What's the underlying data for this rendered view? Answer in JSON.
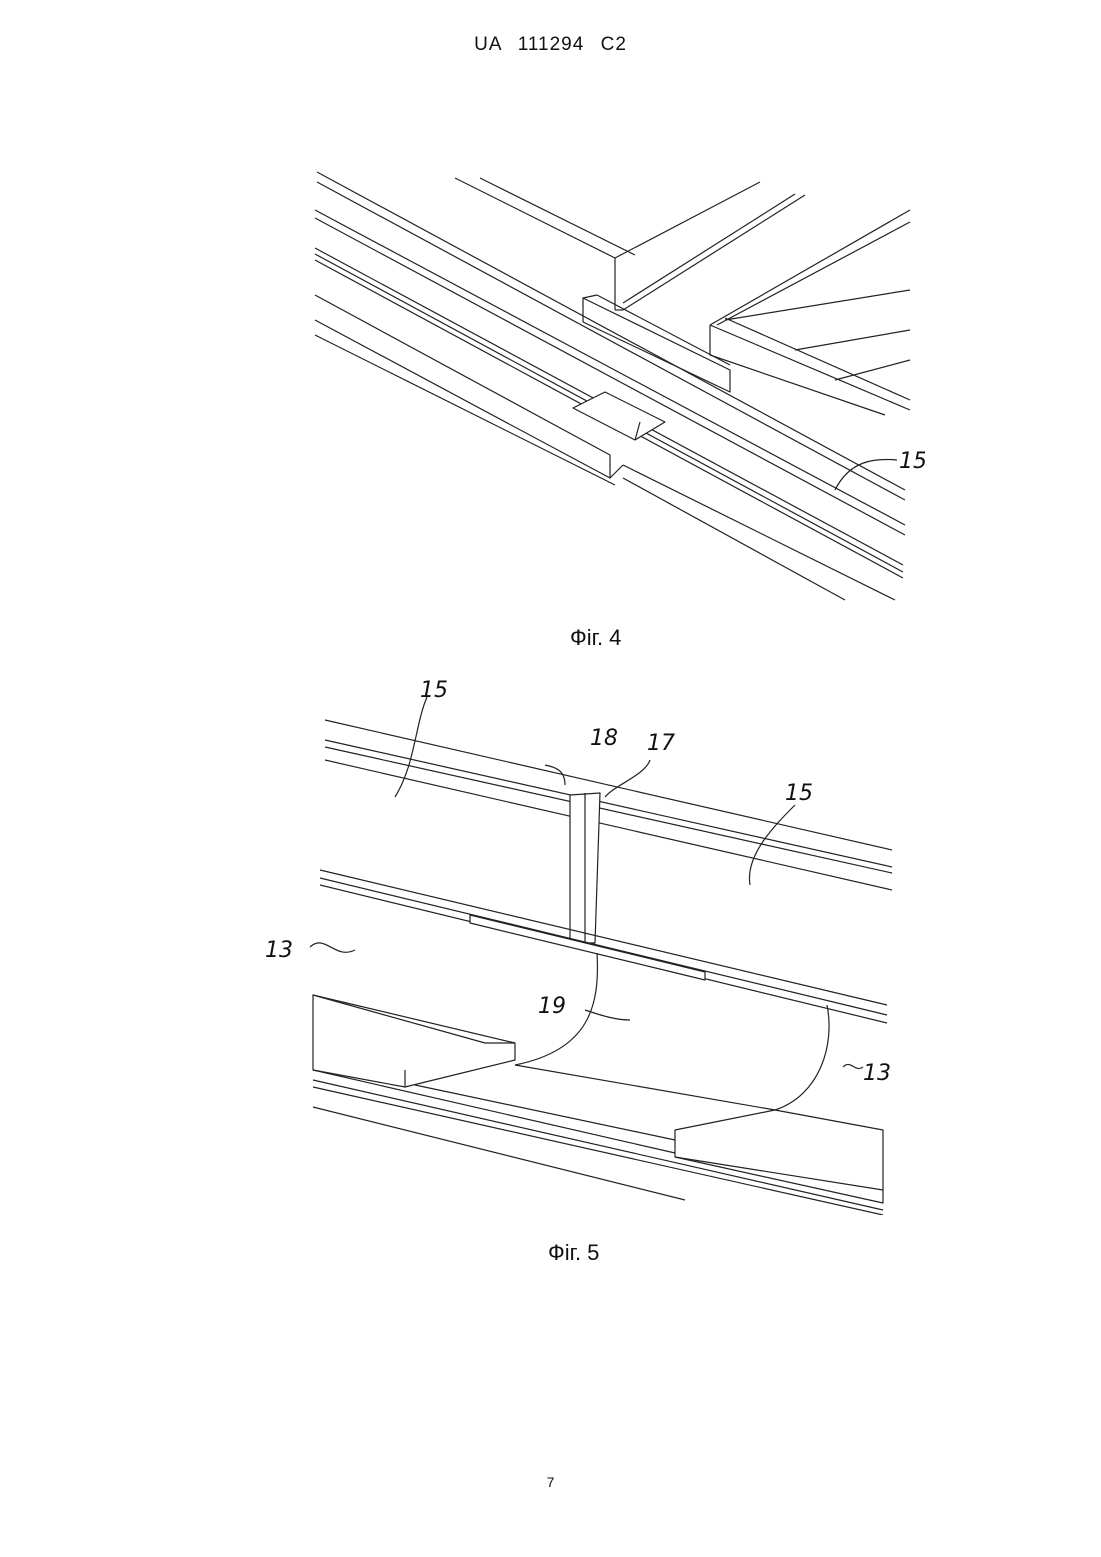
{
  "header": {
    "text": "UA   111294   C2"
  },
  "figures": [
    {
      "id": "fig4",
      "caption": "Фіг. 4",
      "labels": [
        "15"
      ]
    },
    {
      "id": "fig5",
      "caption": "Фіг. 5",
      "labels": [
        "15",
        "18",
        "17",
        "15",
        "13",
        "19",
        "13"
      ]
    }
  ],
  "footer": {
    "page_number": "7"
  }
}
